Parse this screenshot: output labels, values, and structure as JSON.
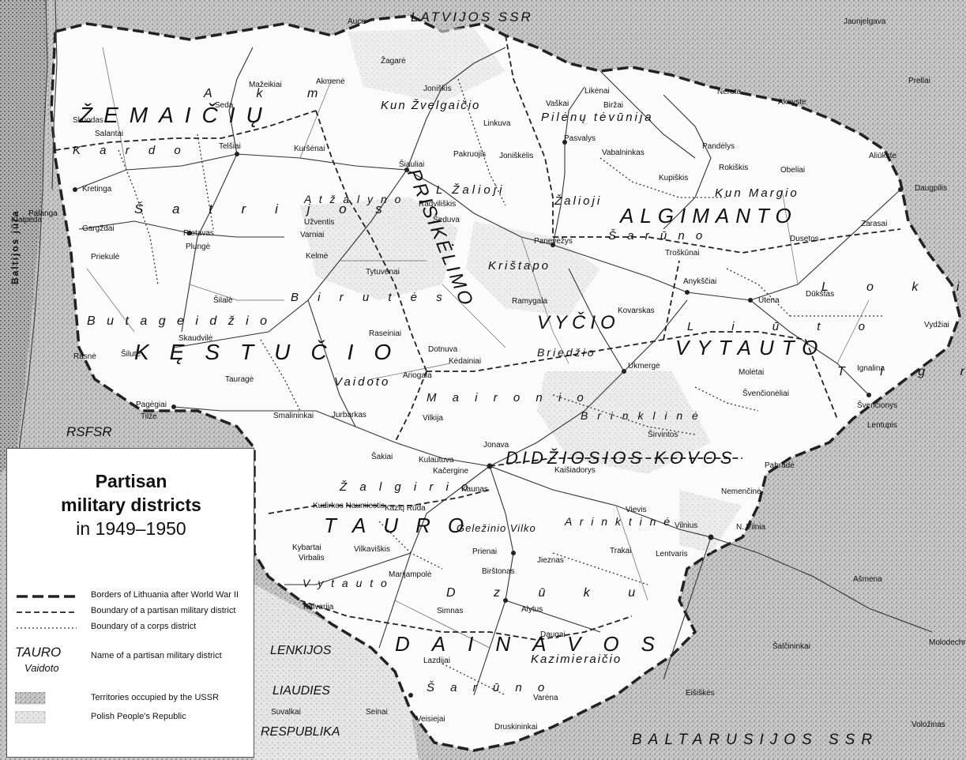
{
  "legend": {
    "title_line1": "Partisan",
    "title_line2": "military districts",
    "title_line3": "in 1949–1950",
    "items": [
      {
        "text": "Borders of Lithuania after World War II"
      },
      {
        "text": "Boundary of a partisan military district"
      },
      {
        "text": "Boundary of a corps district"
      },
      {
        "text": "Name of a partisan military district",
        "sample_main": "TAURO",
        "sample_sub": "Vaidoto"
      },
      {
        "text": "Territories occupied by the USSR"
      },
      {
        "text": "Polish People's Republic"
      }
    ]
  },
  "countries": {
    "latvia": "LATVIJOS SSR",
    "rsfsr": "RSFSR",
    "poland_1": "LENKIJOS",
    "poland_2": "LIAUDIES",
    "poland_3": "RESPUBLIKA",
    "belarus": "BALTARUSIJOS SSR",
    "sea": "Baltijos jūra"
  },
  "districts": {
    "zemaiciu": "ŽEMAIČIŲ",
    "prisikelimo": "PRISIKĖLIMO",
    "algimanto": "ALGIMANTO",
    "vycio": "VYČIO",
    "vytauto": "VYTAUTO",
    "kestucio": "KĘSTUČIO",
    "didziosios_kovos": "DIDŽIOSIOS KOVOS",
    "tauro": "TAURO",
    "dainavos": "DAINAVOS"
  },
  "subdistricts": {
    "akmenes": "A k m",
    "kardo": "K a r d o",
    "satrijos": "Š a t r i j o s",
    "butageidzio": "B u t a g e i d ž i o",
    "kun_zvelgaicio": "Kun Žvelgaičio",
    "pilenu_tevunija": "Pilėnų tėvūnija",
    "atzalyno": "A t ž a l y n o",
    "birutes": "B i r u t ė s",
    "l_zalioji": "L Žalioji",
    "zalioji": "Žalioji",
    "sarunas_n": "Š a r ū n o",
    "kun_margio": "Kun Margio",
    "kristapo": "Krištapo",
    "lokio": "L o k i o",
    "liuto": "L i ū t o",
    "tigro": "T i g r o",
    "briedzio": "Briedžio",
    "maironio": "M a i r o n i o",
    "vaidoto": "Vaidoto",
    "brinkline": "B r i n k l i n ė",
    "zalgirio": "Ž a l g i r i o",
    "gelezinio_vilko": "Geležinio Vilko",
    "a_rinktine": "A r i n k t i n ė",
    "vytauto_s": "V y t a u t o",
    "dzuku": "D z ū k u",
    "kazimieraicio": "Kazimieraičio",
    "sarunas_s": "Š a r ū n o"
  },
  "towns": [
    {
      "name": "Skuodas"
    },
    {
      "name": "Mažeikiai"
    },
    {
      "name": "Auce"
    },
    {
      "name": "Akmenė"
    },
    {
      "name": "Seda"
    },
    {
      "name": "Salantai"
    },
    {
      "name": "Telšiai"
    },
    {
      "name": "Kuršėnai"
    },
    {
      "name": "Žagarė"
    },
    {
      "name": "Joniškis"
    },
    {
      "name": "Šiauliai"
    },
    {
      "name": "Pakruojis"
    },
    {
      "name": "Linkuva"
    },
    {
      "name": "Joniškėlis"
    },
    {
      "name": "Pasvalys"
    },
    {
      "name": "Vaškai"
    },
    {
      "name": "Likėnai"
    },
    {
      "name": "Biržai"
    },
    {
      "name": "Vabalninkas"
    },
    {
      "name": "Pandėlys"
    },
    {
      "name": "Nereta"
    },
    {
      "name": "Akeyste"
    },
    {
      "name": "Jaunjelgava"
    },
    {
      "name": "Prellai"
    },
    {
      "name": "Aliūkste"
    },
    {
      "name": "Rokiškis"
    },
    {
      "name": "Obeliai"
    },
    {
      "name": "Kupiškis"
    },
    {
      "name": "Daugpilis"
    },
    {
      "name": "Palanga"
    },
    {
      "name": "Kretinga"
    },
    {
      "name": "Klaipėda"
    },
    {
      "name": "Gargždai"
    },
    {
      "name": "Plungė"
    },
    {
      "name": "Rietavas"
    },
    {
      "name": "Varniai"
    },
    {
      "name": "Užventis"
    },
    {
      "name": "Kelmė"
    },
    {
      "name": "Tytuvėnai"
    },
    {
      "name": "Radviliškis"
    },
    {
      "name": "Šeduva"
    },
    {
      "name": "Panevėžys"
    },
    {
      "name": "Zarasai"
    },
    {
      "name": "Dusetos"
    },
    {
      "name": "Troškūnai"
    },
    {
      "name": "Anykščiai"
    },
    {
      "name": "Utena"
    },
    {
      "name": "Dūkštas"
    },
    {
      "name": "Ramygala"
    },
    {
      "name": "Kovarskas"
    },
    {
      "name": "Priekulė"
    },
    {
      "name": "Šilalė"
    },
    {
      "name": "Šilutė"
    },
    {
      "name": "Rusnė"
    },
    {
      "name": "Skaudvilė"
    },
    {
      "name": "Raseiniai"
    },
    {
      "name": "Dotnuva"
    },
    {
      "name": "Kėdainiai"
    },
    {
      "name": "Ukmergė"
    },
    {
      "name": "Molėtai"
    },
    {
      "name": "Ignalina"
    },
    {
      "name": "Vydžiai"
    },
    {
      "name": "Švenčionėliai"
    },
    {
      "name": "Švenčionys"
    },
    {
      "name": "Lentupis"
    },
    {
      "name": "Tauragė"
    },
    {
      "name": "Ariogala"
    },
    {
      "name": "Pagėgiai"
    },
    {
      "name": "Tilžė"
    },
    {
      "name": "Smalininkai"
    },
    {
      "name": "Jurbarkas"
    },
    {
      "name": "Vilkija"
    },
    {
      "name": "Jonava"
    },
    {
      "name": "Širvintos"
    },
    {
      "name": "Pabradė"
    },
    {
      "name": "Šakiai"
    },
    {
      "name": "Kulautuva"
    },
    {
      "name": "Kačergine"
    },
    {
      "name": "Kaunas"
    },
    {
      "name": "Kaišiadorys"
    },
    {
      "name": "Nemenčinė"
    },
    {
      "name": "Kudirkos Naumiestis"
    },
    {
      "name": "Kazlų Rūda"
    },
    {
      "name": "Vievis"
    },
    {
      "name": "Vilnius"
    },
    {
      "name": "N. Vilnia"
    },
    {
      "name": "Kybartai"
    },
    {
      "name": "Vilkaviškis"
    },
    {
      "name": "Prienai"
    },
    {
      "name": "Trakai"
    },
    {
      "name": "Lentvaris"
    },
    {
      "name": "Virbalis"
    },
    {
      "name": "Marijampolė"
    },
    {
      "name": "Birštonas"
    },
    {
      "name": "Jieznas"
    },
    {
      "name": "Ašmena"
    },
    {
      "name": "Kalvarija"
    },
    {
      "name": "Simnas"
    },
    {
      "name": "Alytus"
    },
    {
      "name": "Molodechno"
    },
    {
      "name": "Daugai"
    },
    {
      "name": "Šalčininkai"
    },
    {
      "name": "Lazdijai"
    },
    {
      "name": "Varėna"
    },
    {
      "name": "Eišiškės"
    },
    {
      "name": "Suvalkai"
    },
    {
      "name": "Seinai"
    },
    {
      "name": "Veisiejai"
    },
    {
      "name": "Druskininkai"
    },
    {
      "name": "Voložinas"
    }
  ]
}
